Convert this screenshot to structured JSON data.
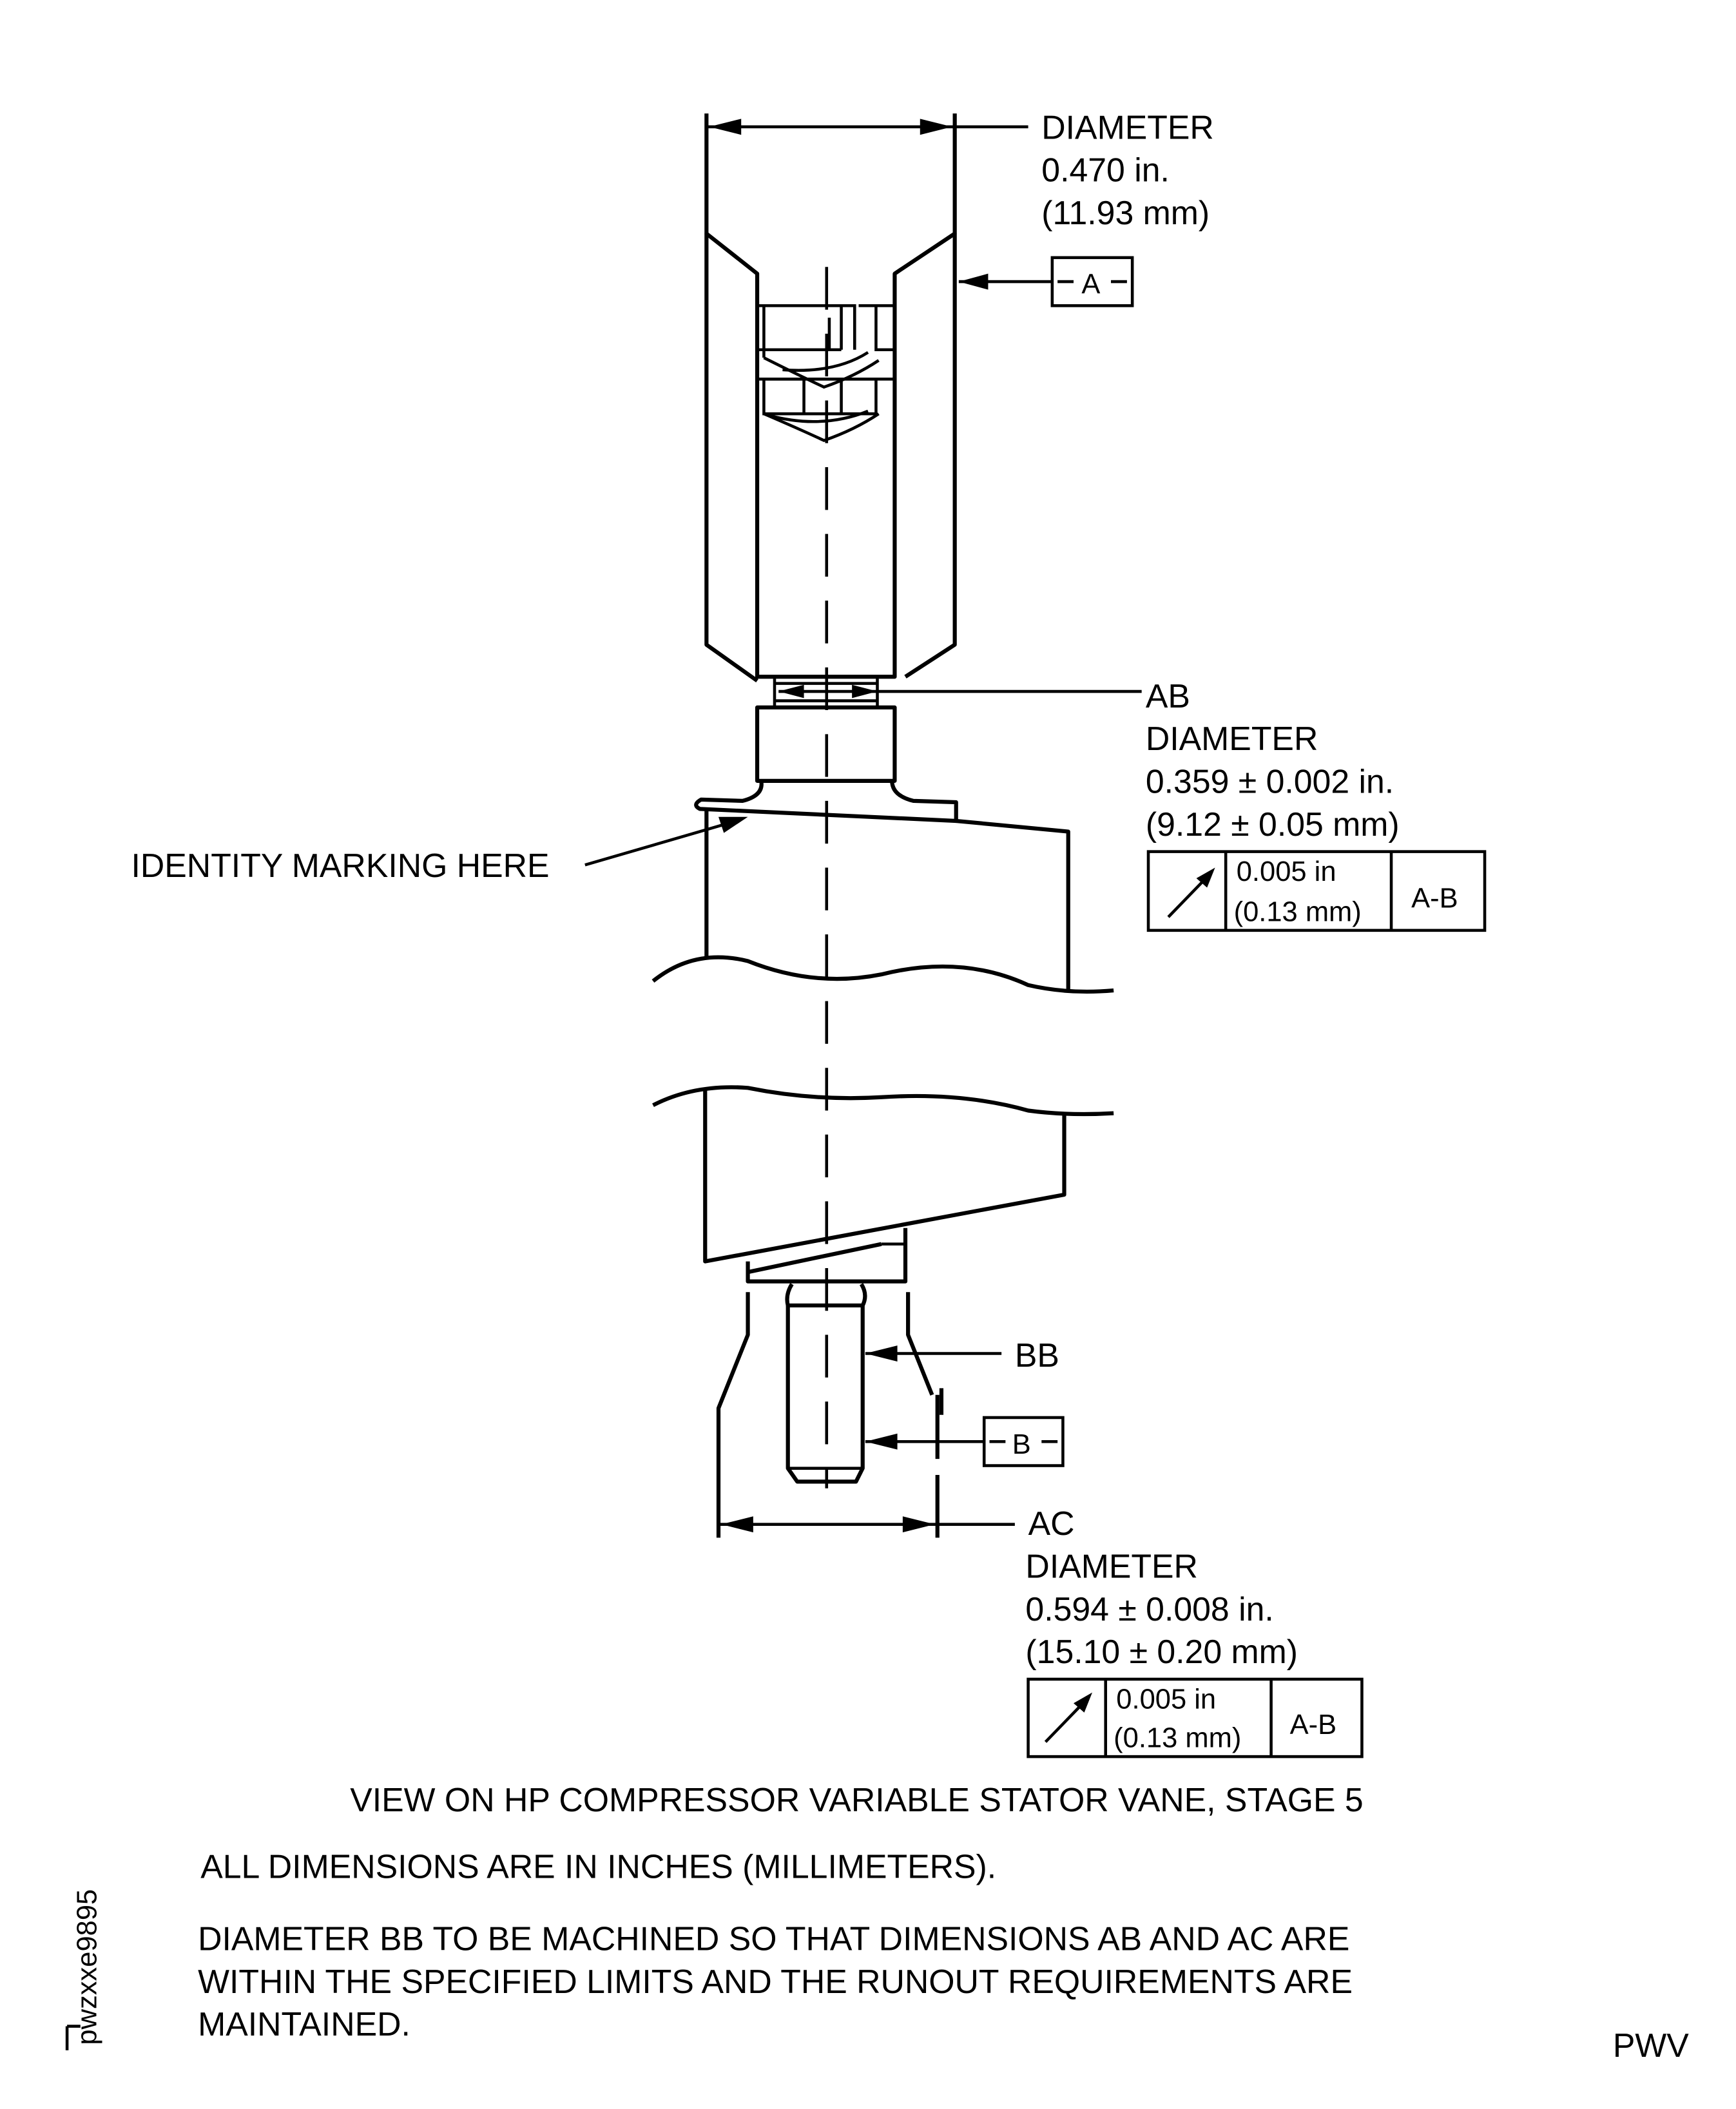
{
  "top_dimension": {
    "label": "DIAMETER",
    "inch": "0.470 in.",
    "mm": "(11.93 mm)"
  },
  "datum_a": "A",
  "ab_dimension": {
    "name": "AB",
    "label": "DIAMETER",
    "inch": "0.359 ± 0.002 in.",
    "mm": "(9.12 ± 0.05 mm)",
    "runout": {
      "inch": "0.005 in",
      "mm": "(0.13 mm)",
      "datum": "A-B"
    }
  },
  "identity_marking": "IDENTITY MARKING HERE",
  "bb_label": "BB",
  "datum_b": "B",
  "ac_dimension": {
    "name": "AC",
    "label": "DIAMETER",
    "inch": "0.594 ± 0.008 in.",
    "mm": "(15.10 ± 0.20 mm)",
    "runout": {
      "inch": "0.005 in",
      "mm": "(0.13 mm)",
      "datum": "A-B"
    }
  },
  "caption": "VIEW ON HP COMPRESSOR VARIABLE STATOR VANE, STAGE 5",
  "notes": [
    "ALL DIMENSIONS ARE IN INCHES (MILLIMETERS).",
    "DIAMETER BB TO BE MACHINED SO THAT DIMENSIONS AB AND AC ARE",
    "WITHIN THE SPECIFIED LIMITS AND THE RUNOUT REQUIREMENTS ARE",
    "MAINTAINED."
  ],
  "figure_id": "pwzxxe9895",
  "corner_code": "PWV"
}
